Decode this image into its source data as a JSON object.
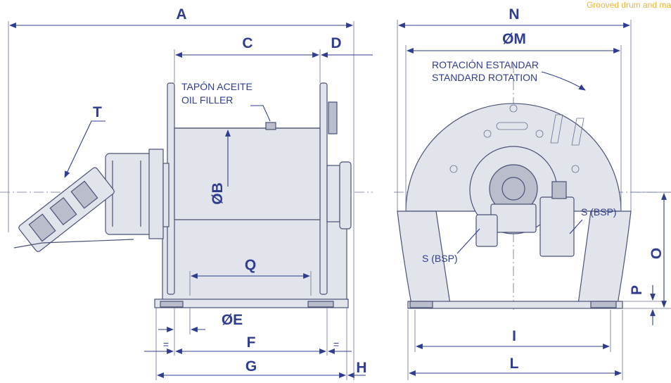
{
  "caption": "Grooved drum and ma",
  "side_view": {
    "dim_A": "A",
    "dim_C": "C",
    "dim_D": "D",
    "dim_T": "T",
    "dim_B": "ØB",
    "dim_Q": "Q",
    "dim_E": "ØE",
    "dim_F": "F",
    "dim_G": "G",
    "dim_H": "H",
    "equal_left": "=",
    "equal_right": "=",
    "oil_filler_es": "TAPÓN ACEITE",
    "oil_filler_en": "OIL FILLER"
  },
  "front_view": {
    "dim_N": "N",
    "dim_M": "ØM",
    "dim_I": "I",
    "dim_L": "L",
    "dim_O": "O",
    "dim_P": "P",
    "rotation_es": "ROTACIÓN ESTANDAR",
    "rotation_en": "STANDARD ROTATION",
    "port_left": "S (BSP)",
    "port_right": "S (BSP)"
  },
  "colors": {
    "label": "#2f3c8f",
    "line": "#4a5276",
    "caption": "#f0b33a"
  }
}
